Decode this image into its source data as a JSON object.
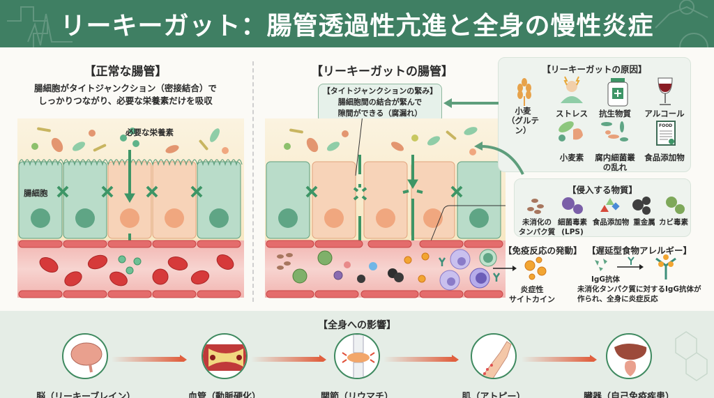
{
  "header": {
    "title": "リーキーガット：腸管透過性亢進と全身の慢性炎症"
  },
  "normal": {
    "title": "【正常な腸管】",
    "description_line1": "腸細胞がタイトジャンクション（密接結合）で",
    "description_line2": "しっかりつながり、必要な栄養素だけを吸収",
    "nutrient_label": "必要な栄養素",
    "cell_label": "腸細胞"
  },
  "leaky": {
    "title": "【リーキーガットの腸管】",
    "callout_title": "【タイトジャンクションの緊み】",
    "callout_line1": "腸細胞間の結合が緊んで",
    "callout_line2": "隙間ができる（腐漏れ）"
  },
  "causes": {
    "title": "【リーキーガットの原因】",
    "items": [
      {
        "icon": "wheat-icon",
        "label_line1": "小麦",
        "label_line2": "（グルテン）"
      },
      {
        "icon": "stress-icon",
        "label_line1": "ストレス",
        "label_line2": ""
      },
      {
        "icon": "medicine-bottle-icon",
        "label_line1": "抗生物質",
        "label_line2": ""
      },
      {
        "icon": "wine-glass-icon",
        "label_line1": "アルコール",
        "label_line2": ""
      },
      {
        "icon": "wheat-protein-icon",
        "label_line1": "小麦素",
        "label_line2": ""
      },
      {
        "icon": "bacteria-icon",
        "label_line1": "腐内細菌叢",
        "label_line2": "の乱れ"
      },
      {
        "icon": "food-label-icon",
        "label_line1": "食品添加物",
        "label_line2": "",
        "icon_text": "FOOD"
      }
    ]
  },
  "invaders": {
    "title": "【侵入する物質】",
    "items": [
      {
        "icon": "undigested-protein-icon",
        "label_line1": "未消化の",
        "label_line2": "タンパク質"
      },
      {
        "icon": "bacterial-toxin-icon",
        "label_line1": "細菌毒素",
        "label_line2": "(LPS)"
      },
      {
        "icon": "food-additive-icon",
        "label_line1": "食品添加物",
        "label_line2": ""
      },
      {
        "icon": "heavy-metal-icon",
        "label_line1": "重金属",
        "label_line2": ""
      },
      {
        "icon": "mold-toxin-icon",
        "label_line1": "カビ毒素",
        "label_line2": ""
      }
    ]
  },
  "immune": {
    "title": "【免疫反応の発動】",
    "cytokine_line1": "炎症性",
    "cytokine_line2": "サイトカイン"
  },
  "allergy": {
    "title": "【遅延型食物アレルギー】",
    "igg_label": "IgG抗体",
    "desc_line1": "未消化タンパク質に対するIgG抗体が",
    "desc_line2": "作られ、全身に炎症反応"
  },
  "effects": {
    "title": "【全身への影響】",
    "items": [
      {
        "icon": "brain-icon",
        "label": "脳（リーキーブレイン）"
      },
      {
        "icon": "blood-vessel-icon",
        "label": "血管（動脈硬化）"
      },
      {
        "icon": "joint-icon",
        "label": "関節（リウマチ）"
      },
      {
        "icon": "skin-arm-icon",
        "label": "肌（アトピー）"
      },
      {
        "icon": "organ-icon",
        "label": "臓器（自己免疫疾患）"
      }
    ]
  },
  "colors": {
    "header_green": "#3f7f63",
    "cell_green": "#b9dcc9",
    "cell_orange": "#f7d3b8",
    "blood_red": "#e35a5a",
    "arrow_orange": "#e0603f"
  }
}
